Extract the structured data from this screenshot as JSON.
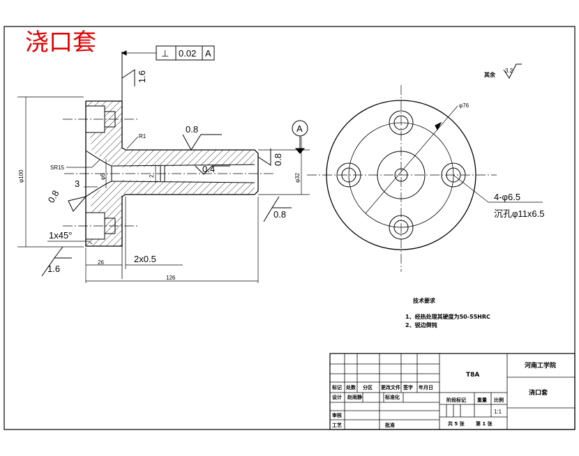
{
  "title": "浇口套",
  "gdt": {
    "symbol": "⊥",
    "tolerance": "0.02",
    "datum": "A"
  },
  "datum_label": "A",
  "roughness": {
    "top": "1.6",
    "bore": "0.8",
    "inner": "0.4",
    "right": "0.8",
    "bottom_right": "0.8",
    "left_face": "0.8",
    "bottom_left": "1.6",
    "rest_label": "其余",
    "rest_value": "3.2"
  },
  "dims": {
    "r1": "R1",
    "sr15": "SR15",
    "phi5": "φ5",
    "three": "3",
    "two": "2",
    "dia_outer": "φ100",
    "dia_stem": "φ32",
    "chamfer": "1x45°",
    "step": "2x0.5",
    "len_short": "26",
    "len_total": "126",
    "pcd": "φ76",
    "holes_a": "4-φ6.5",
    "holes_b": "沉孔φ11x6.5"
  },
  "notes": {
    "heading": "技术要求",
    "line1": "1、经热处理其硬度为50-55HRC",
    "line2": "2、锐边倒钝"
  },
  "title_block": {
    "material": "T8A",
    "school": "河南工学院",
    "part_name": "浇口套",
    "h_mark": "标记",
    "h_count": "处数",
    "h_zone": "分区",
    "h_docno": "更改文件",
    "h_sign": "签字",
    "h_date": "年月日",
    "h_design": "设计",
    "h_designer": "赵雨静",
    "h_std": "标准化",
    "h_stage": "阶段标记",
    "h_weight": "重量",
    "h_scale": "比例",
    "scale": "1:1",
    "h_review": "审核",
    "h_process": "工艺",
    "h_approve": "批准",
    "sheets": "共 5 张",
    "sheet": "第 1 张"
  }
}
